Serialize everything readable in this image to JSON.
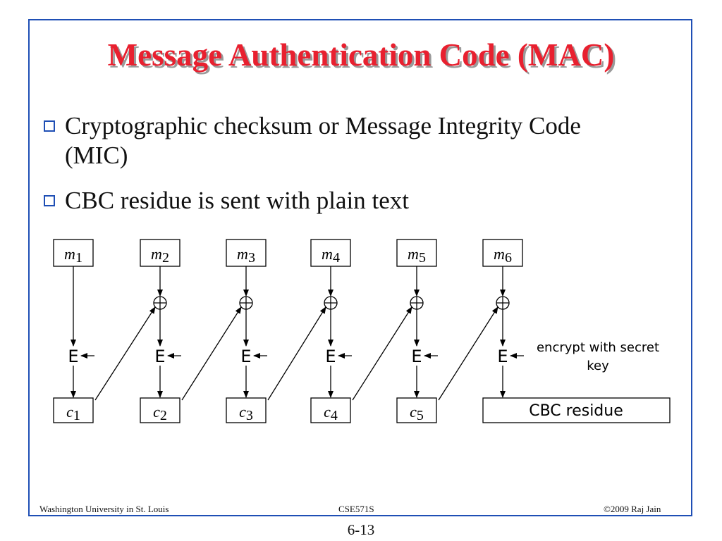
{
  "title": "Message Authentication Code (MAC)",
  "bullets": [
    {
      "line1": "Cryptographic checksum or Message Integrity Code",
      "line2": "(MIC)"
    },
    {
      "line1": "CBC residue is sent with plain text"
    }
  ],
  "diagram": {
    "messages": [
      {
        "base": "m",
        "sub": "1"
      },
      {
        "base": "m",
        "sub": "2"
      },
      {
        "base": "m",
        "sub": "3"
      },
      {
        "base": "m",
        "sub": "4"
      },
      {
        "base": "m",
        "sub": "5"
      },
      {
        "base": "m",
        "sub": "6"
      }
    ],
    "ciphers": [
      {
        "base": "c",
        "sub": "1"
      },
      {
        "base": "c",
        "sub": "2"
      },
      {
        "base": "c",
        "sub": "3"
      },
      {
        "base": "c",
        "sub": "4"
      },
      {
        "base": "c",
        "sub": "5"
      }
    ],
    "encrypt_label": "E",
    "xor_symbol": "⊕",
    "key_note_line1": "encrypt with secret",
    "key_note_line2": "key",
    "residue_label": "CBC residue"
  },
  "footer": {
    "left": "Washington University in St. Louis",
    "center": "CSE571S",
    "right": "©2009 Raj Jain",
    "page": "6-13"
  }
}
